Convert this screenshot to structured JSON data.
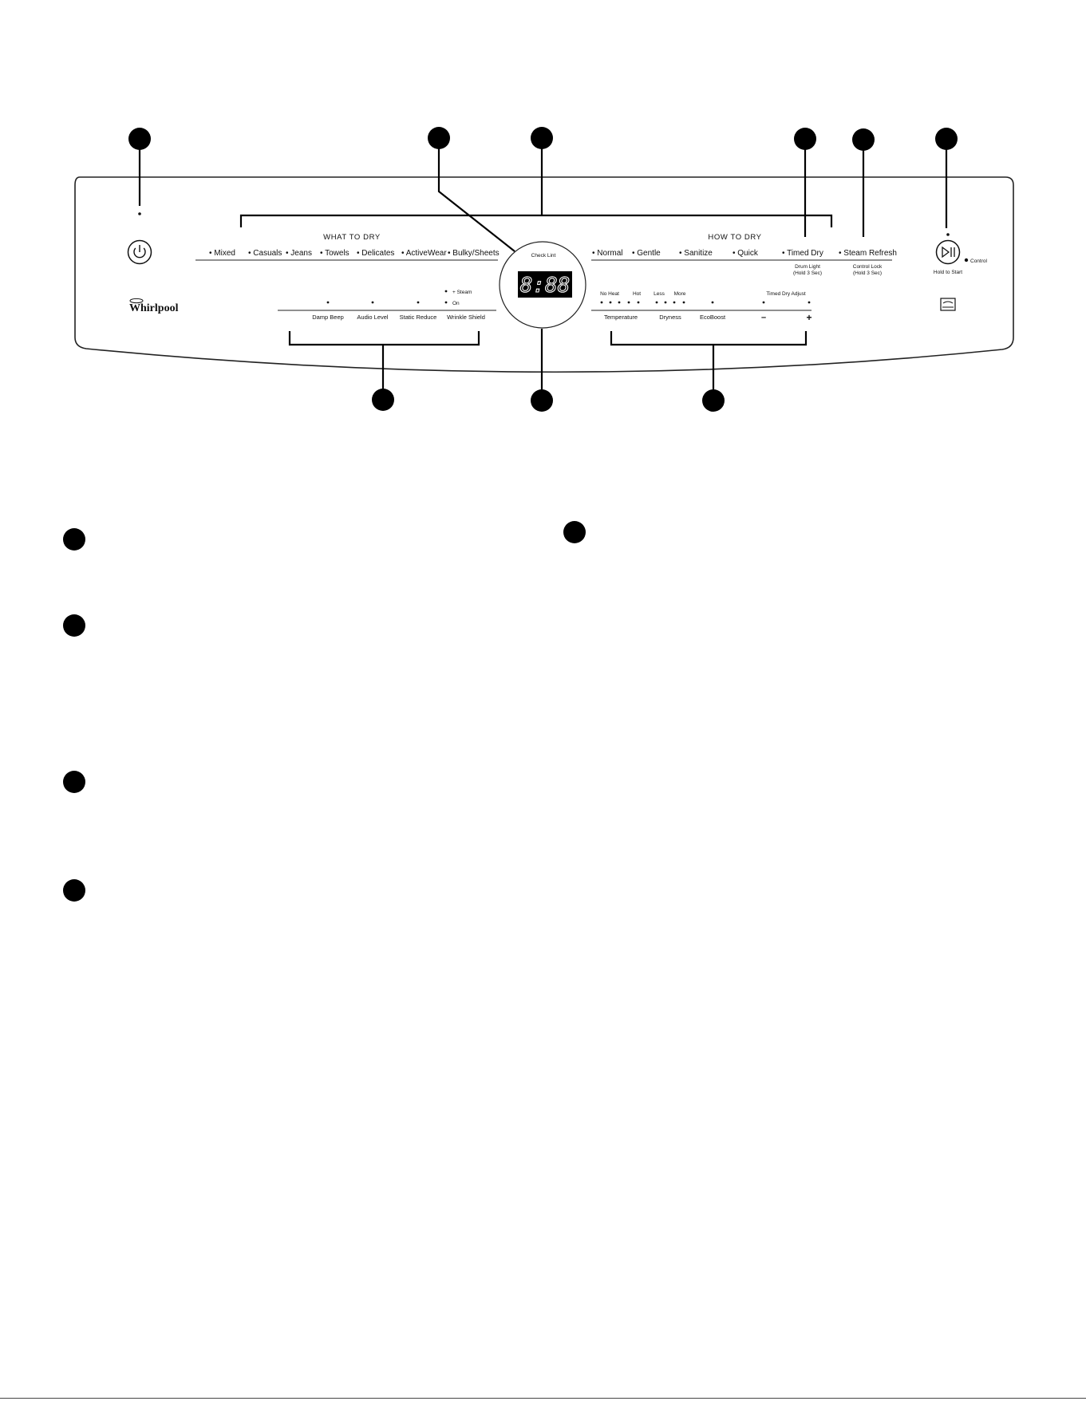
{
  "brand": {
    "logo": "Whirlpool"
  },
  "panel": {
    "what_to_dry": {
      "heading": "WHAT TO DRY",
      "cycles": [
        "Mixed",
        "Casuals",
        "Jeans",
        "Towels",
        "Delicates",
        "ActiveWear",
        "Bulky/Sheets"
      ]
    },
    "how_to_dry": {
      "heading": "HOW TO DRY",
      "cycles": [
        "Normal",
        "Gentle",
        "Sanitize",
        "Quick",
        "Timed Dry",
        "Steam Refresh"
      ],
      "timed_dry_sub": [
        "Drum Light",
        "(Hold 3 Sec)"
      ],
      "steam_refresh_sub": [
        "Control Lock",
        "(Hold 3 Sec)"
      ]
    },
    "display": {
      "check_lint": "Check Lint",
      "digits": "8:88"
    },
    "options_left": {
      "labels": [
        "Damp Beep",
        "Audio Level",
        "Static Reduce",
        "Wrinkle Shield"
      ],
      "wrinkle_levels": [
        "+ Steam",
        "On"
      ]
    },
    "options_right": {
      "temperature": {
        "label": "Temperature",
        "low": "No Heat",
        "high": "Hot"
      },
      "dryness": {
        "label": "Dryness",
        "low": "Less",
        "high": "More"
      },
      "ecoboost": "EcoBoost",
      "timed_dry_adjust": {
        "label": "Timed Dry Adjust",
        "minus": "–",
        "plus": "+"
      }
    },
    "start": {
      "hold_to_start": "Hold to Start",
      "control": "Control"
    },
    "icons": {
      "power": "power-icon",
      "start_pause": "start-pause-icon",
      "energy": "energy-star-icon",
      "lock": "lock-icon"
    }
  }
}
